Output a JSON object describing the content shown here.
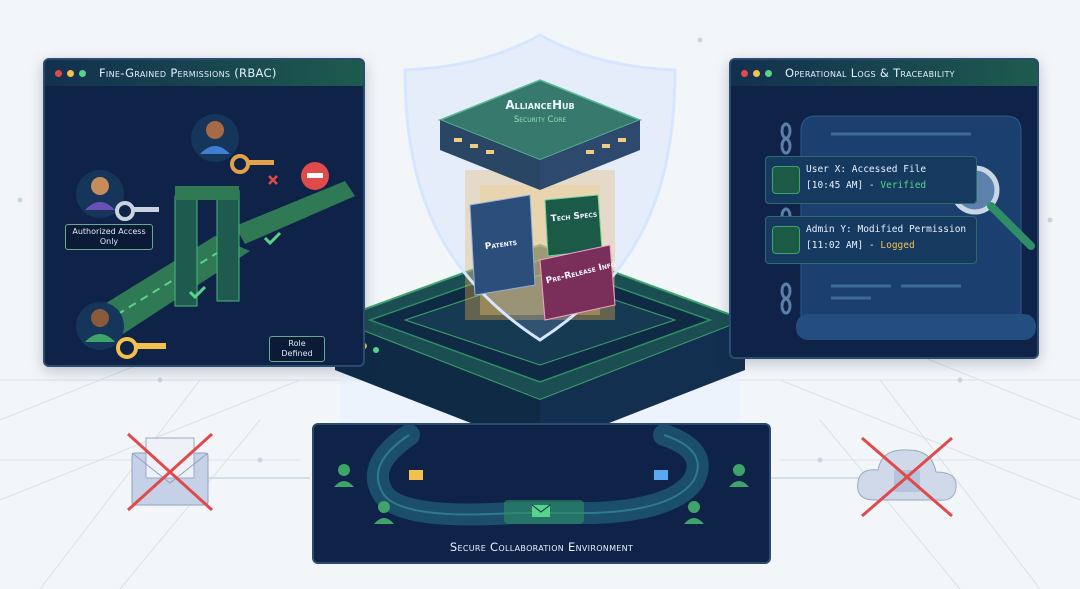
{
  "rbac_panel": {
    "title": "Fine-Grained Permissions (RBAC)",
    "tag_authorized": "Authorized Access Only",
    "tag_role": "Role Defined"
  },
  "logs_panel": {
    "title": "Operational Logs & Traceability",
    "entries": [
      {
        "line1": "User X: Accessed File",
        "time": "[10:45 AM]",
        "sep": " - ",
        "status": "Verified"
      },
      {
        "line1": "Admin Y: Modified Permission",
        "time": "[11:02 AM]",
        "sep": " - ",
        "status": "Logged"
      }
    ]
  },
  "core": {
    "title": "AllianceHub",
    "subtitle": "Security Core",
    "docs": [
      "Patents",
      "Tech Specs",
      "Pre-Release Info"
    ]
  },
  "collab": {
    "title": "Secure Collaboration Environment"
  },
  "colors": {
    "panel_bg": "#0f2247",
    "accent_green": "#3fa36c",
    "status_verified": "#57d48a",
    "status_logged": "#f2c14e",
    "deny_red": "#e04a4a"
  },
  "icons": [
    "key-icon",
    "deny-icon",
    "email-icon",
    "cloud-icon",
    "link-icon",
    "magnifier-icon",
    "user-icon",
    "shield-icon"
  ]
}
